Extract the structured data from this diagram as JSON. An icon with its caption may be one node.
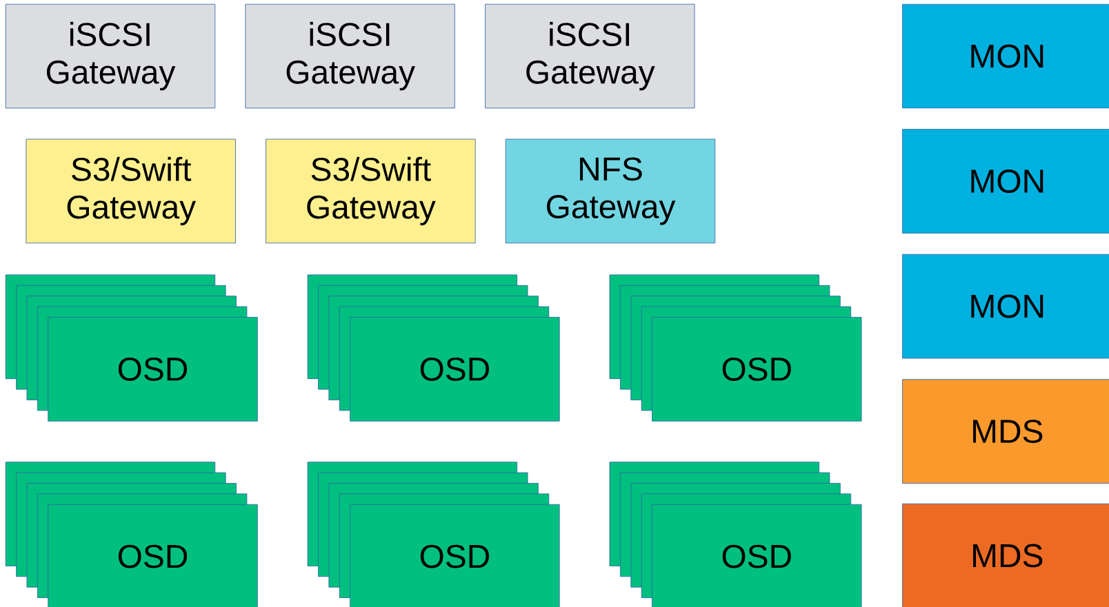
{
  "diagram": {
    "nodes": [
      {
        "text": [
          "iSCSI Gateway"
        ]
      },
      {
        "text": [
          "iSCSI Gateway"
        ]
      },
      {
        "text": [
          "iSCSI Gateway"
        ]
      },
      {
        "text": [
          "MON"
        ]
      },
      {
        "text": [
          "S3/Swift Gateway"
        ]
      },
      {
        "text": [
          "S3/Swift Gateway"
        ]
      },
      {
        "text": [
          "NFS Gateway"
        ]
      },
      {
        "text": [
          "MON"
        ]
      },
      {
        "text": [
          "OSD"
        ]
      },
      {
        "text": [
          "OSD"
        ]
      },
      {
        "text": [
          "OSD"
        ]
      },
      {
        "text": [
          "MON"
        ]
      },
      {
        "text": [
          "MDS"
        ]
      },
      {
        "text": [
          "OSD"
        ]
      },
      {
        "text": [
          "OSD"
        ]
      },
      {
        "text": [
          "OSD"
        ]
      },
      {
        "text": [
          "MDS"
        ]
      }
    ]
  }
}
